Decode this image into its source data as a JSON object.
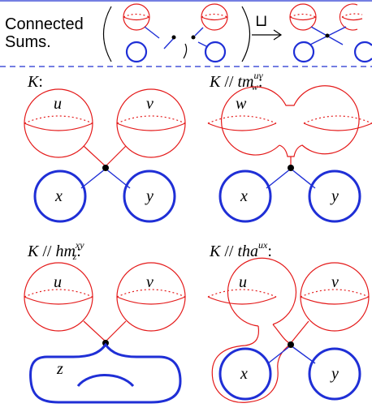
{
  "colors": {
    "red": "#e41a1a",
    "blue": "#1f2fd6",
    "divider": "#2030d0"
  },
  "header": {
    "title_line1": "Connected",
    "title_line2": "Sums.",
    "operator": "⊔"
  },
  "panels": {
    "k": {
      "name": "K",
      "suffix": ":",
      "sphere_left": "u",
      "sphere_right": "v",
      "circle_left": "x",
      "circle_right": "y"
    },
    "tm": {
      "name": "K",
      "op": "//",
      "fn": "tm",
      "sup": "uv",
      "sub": "w",
      "suffix": ":",
      "sphere_merged": "w",
      "circle_left": "x",
      "circle_right": "y"
    },
    "hm": {
      "name": "K",
      "op": "//",
      "fn": "hm",
      "sup": "xy",
      "sub": "z",
      "suffix": ":",
      "sphere_left": "u",
      "sphere_right": "v",
      "circle_merged": "z"
    },
    "tha": {
      "name": "K",
      "op": "//",
      "fn": "tha",
      "sup": "ux",
      "suffix": ":",
      "sphere_left": "u",
      "sphere_right": "v",
      "circle_left": "x",
      "circle_right": "y"
    }
  }
}
